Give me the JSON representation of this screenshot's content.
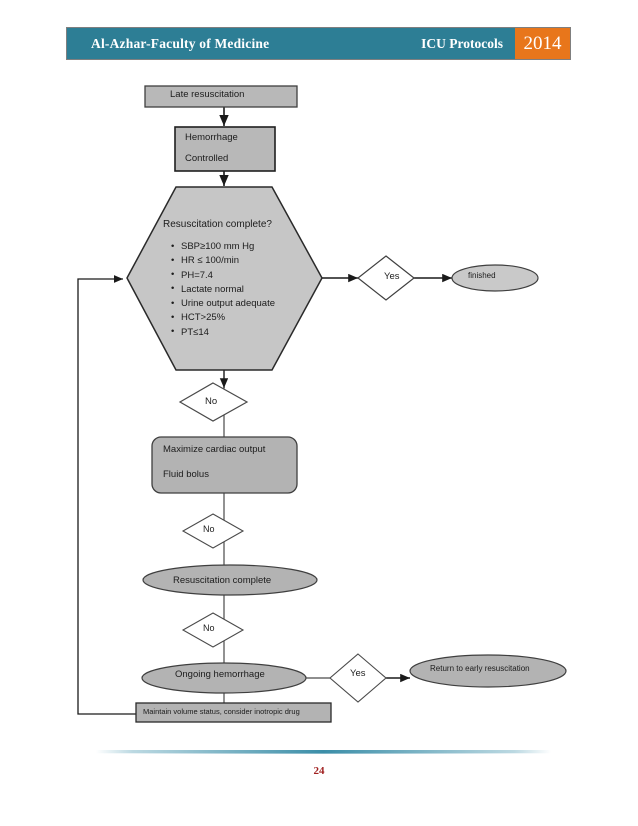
{
  "header": {
    "institution": "Al-Azhar-Faculty of Medicine",
    "doc_title": "ICU Protocols",
    "year": "2014",
    "band_color": "#2d7e95",
    "year_color": "#e8761b"
  },
  "flowchart": {
    "title": "Late resuscitation flowchart",
    "nodes": {
      "late_resuscitation": "Late resuscitation",
      "hemorrhage_line1": "Hemorrhage",
      "hemorrhage_line2": "Controlled",
      "decision_title": "Resuscitation complete?",
      "criteria": [
        "SBP≥100 mm Hg",
        "HR ≤ 100/min",
        "PH=7.4",
        "Lactate normal",
        "Urine output adequate",
        "HCT>25%",
        "PT≤14"
      ],
      "yes_1": "Yes",
      "finished": "finished",
      "no_1": "No",
      "maximize_line1": "Maximize cardiac output",
      "maximize_line2": "Fluid bolus",
      "no_2": "No",
      "resuscitation_complete": "Resuscitation complete",
      "no_3": "No",
      "ongoing_hemorrhage": "Ongoing hemorrhage",
      "yes_2": "Yes",
      "return_early": "Return to early resuscitation",
      "maintain_volume": "Maintain volume status, consider inotropic drug"
    },
    "style": {
      "fill_gray": "#b3b3b3",
      "fill_gray_light": "#bfbfbf",
      "fill_white": "#ffffff",
      "stroke": "#3f3f3f",
      "text_color": "#1c1c1c"
    }
  },
  "footer": {
    "page_number": "24",
    "page_number_color": "#a02020",
    "divider_color": "#3b8ea8"
  }
}
